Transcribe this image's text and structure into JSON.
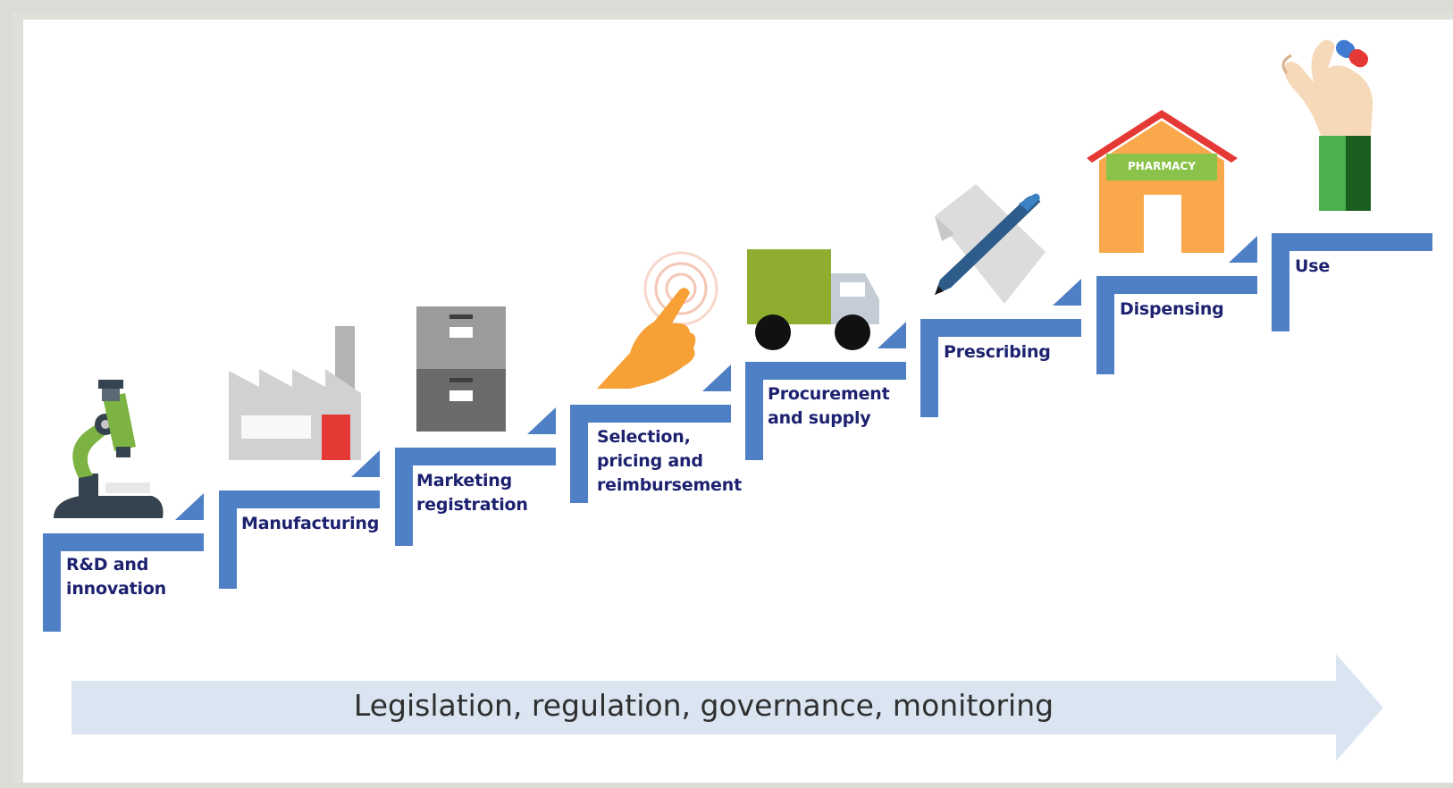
{
  "diagram": {
    "steps": [
      {
        "id": "rnd",
        "label": "R&D and\ninnovation",
        "icon": "microscope-icon"
      },
      {
        "id": "manufacturing",
        "label": "Manufacturing",
        "icon": "factory-icon"
      },
      {
        "id": "marketing",
        "label": "Marketing\nregistration",
        "icon": "file-cabinet-icon"
      },
      {
        "id": "selection",
        "label": "Selection,\npricing and\nreimbursement",
        "icon": "pointing-hand-icon"
      },
      {
        "id": "procurement",
        "label": "Procurement\nand supply",
        "icon": "truck-icon"
      },
      {
        "id": "prescribing",
        "label": "Prescribing",
        "icon": "pen-paper-icon"
      },
      {
        "id": "dispensing",
        "label": "Dispensing",
        "icon": "pharmacy-icon"
      },
      {
        "id": "use",
        "label": "Use",
        "icon": "hand-pill-icon"
      }
    ],
    "pharmacy_sign": "PHARMACY",
    "banner": "Legislation, regulation, governance, monitoring",
    "colors": {
      "step_blue": "#4f7fc4",
      "label_navy": "#1d2270",
      "banner_fill": "#dae5f1"
    }
  }
}
